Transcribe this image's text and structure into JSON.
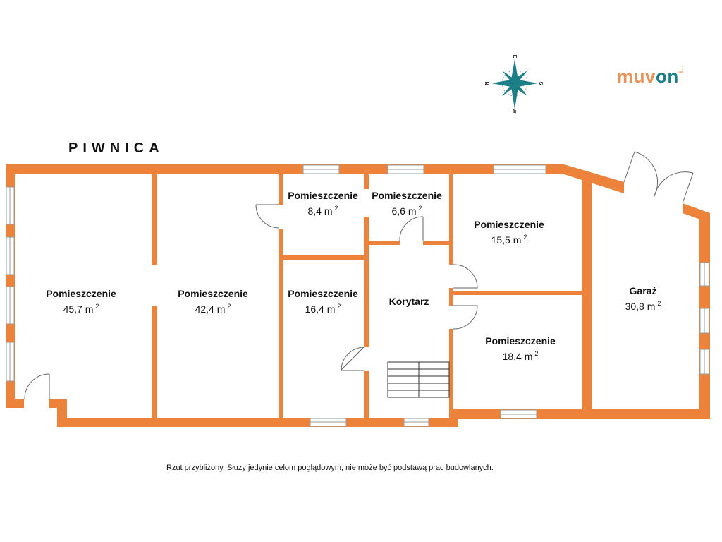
{
  "title": "PIWNICA",
  "logo": {
    "part1": "muv",
    "part2": "on"
  },
  "compass": {
    "n": "N",
    "e": "E",
    "s": "S",
    "w": "W"
  },
  "rooms": [
    {
      "name": "Pomieszczenie",
      "area": "45,7 m",
      "unit_exp": "2"
    },
    {
      "name": "Pomieszczenie",
      "area": "42,4 m",
      "unit_exp": "2"
    },
    {
      "name": "Pomieszczenie",
      "area": "8,4 m",
      "unit_exp": "2"
    },
    {
      "name": "Pomieszczenie",
      "area": "6,6 m",
      "unit_exp": "2"
    },
    {
      "name": "Pomieszczenie",
      "area": "16,4 m",
      "unit_exp": "2"
    },
    {
      "name": "Korytarz",
      "area": "",
      "unit_exp": ""
    },
    {
      "name": "Pomieszczenie",
      "area": "15,5 m",
      "unit_exp": "2"
    },
    {
      "name": "Pomieszczenie",
      "area": "18,4 m",
      "unit_exp": "2"
    },
    {
      "name": "Garaż",
      "area": "30,8 m",
      "unit_exp": "2"
    }
  ],
  "note": "Rzut przybliżony. Służy jedynie celom poglądowym, nie może być podstawą prac budowlanych.",
  "colors": {
    "wall": "#ED833A",
    "accent_teal": "#1C7E86",
    "accent_orange": "#E8925A"
  }
}
